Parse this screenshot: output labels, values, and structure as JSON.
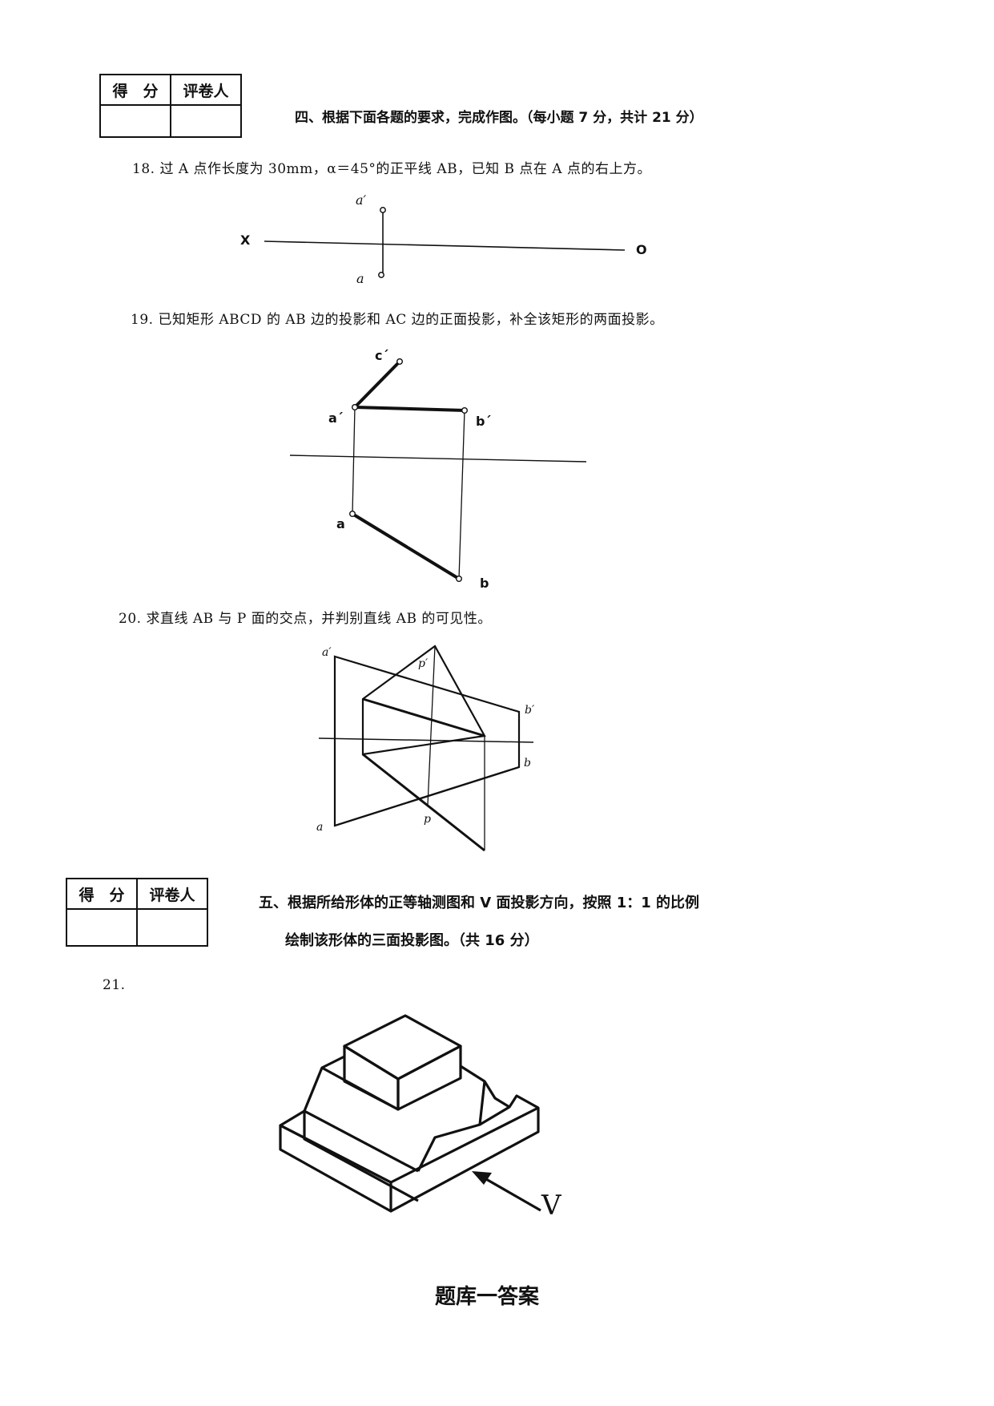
{
  "score_table_1": {
    "header_score": "得　分",
    "header_grader": "评卷人"
  },
  "section4": {
    "title": "四、根据下面各题的要求，完成作图。（每小题 7 分，共计 21 分）"
  },
  "q18": {
    "text": "18. 过 A 点作长度为 30mm，α＝45°的正平线 AB，已知 B 点在 A 点的右上方。",
    "labels": {
      "x": "X",
      "o": "O",
      "a_prime": "a′",
      "a": "a"
    }
  },
  "q19": {
    "text": "19. 已知矩形 ABCD 的 AB 边的投影和 AC 边的正面投影，补全该矩形的两面投影。",
    "labels": {
      "c_prime": "c´",
      "a_prime": "a´",
      "b_prime": "b´",
      "a": "a",
      "b": "b"
    }
  },
  "q20": {
    "text": "20. 求直线 AB 与 P 面的交点，并判别直线 AB 的可见性。",
    "labels": {
      "a_prime": "a′",
      "p_prime": "p′",
      "b_prime": "b′",
      "b": "b",
      "a": "a",
      "p": "p"
    }
  },
  "score_table_2": {
    "header_score": "得　分",
    "header_grader": "评卷人"
  },
  "section5": {
    "line1": "五、根据所给形体的正等轴测图和 V 面投影方向，按照 1：1 的比例",
    "line2": "绘制该形体的三面投影图。（共 16 分）"
  },
  "q21": {
    "number": "21.",
    "direction_label": "V"
  },
  "footer": {
    "text": "题库一答案"
  }
}
